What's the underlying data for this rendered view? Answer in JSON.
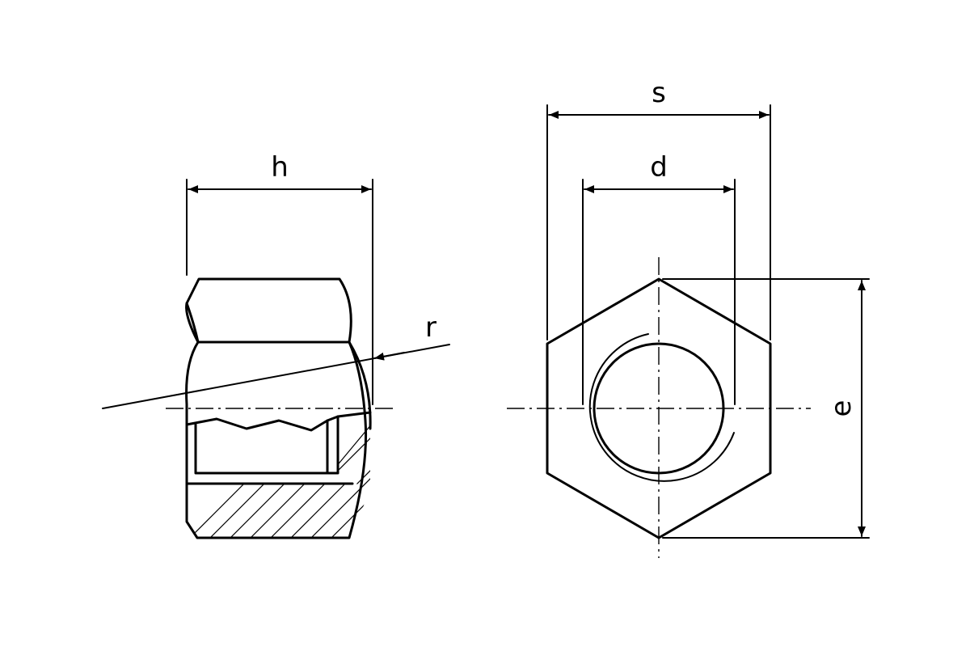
{
  "drawing": {
    "side_view": {
      "labels": {
        "height": "h",
        "radius": "r"
      }
    },
    "top_view": {
      "labels": {
        "across_flats": "s",
        "thread_diameter": "d",
        "across_corners": "e"
      }
    }
  }
}
